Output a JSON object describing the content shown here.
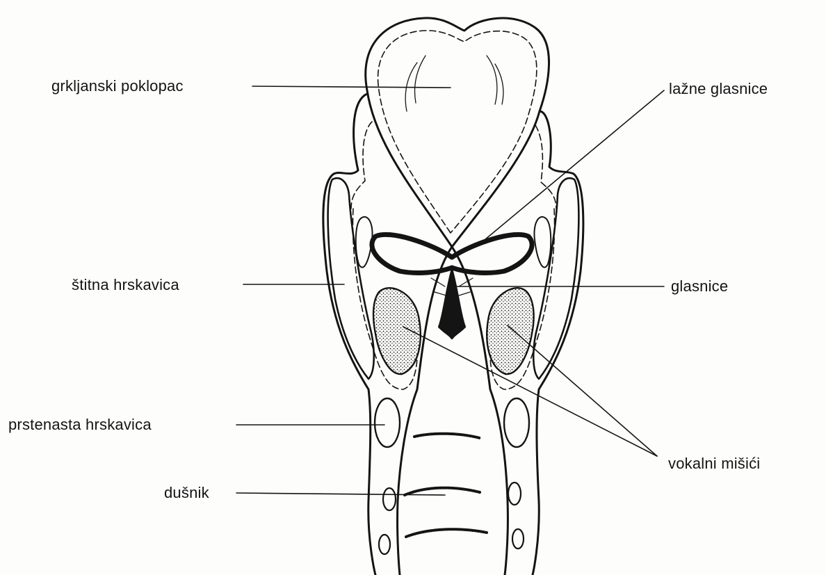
{
  "labels": {
    "epiglottis": "grkljanski poklopac",
    "false_vocal_cords": "lažne glasnice",
    "thyroid_cartilage": "štitna hrskavica",
    "vocal_cords": "glasnice",
    "cricoid_cartilage": "prstenasta hrskavica",
    "vocal_muscles": "vokalni mišići",
    "trachea": "dušnik"
  },
  "colors": {
    "ink": "#141414",
    "paper": "#fdfdfc"
  }
}
